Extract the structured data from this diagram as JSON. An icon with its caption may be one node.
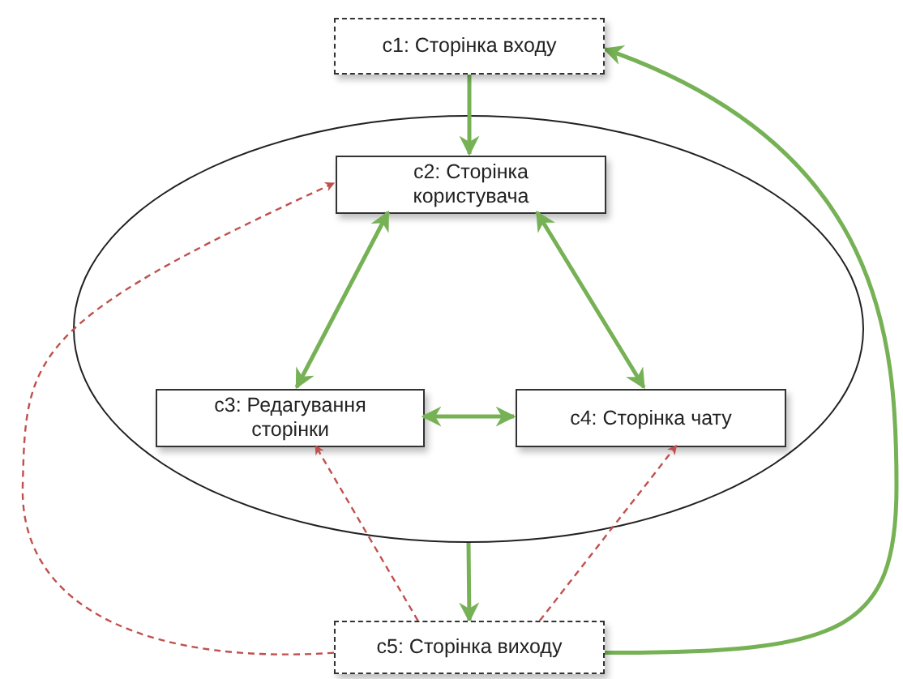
{
  "diagram": {
    "nodes": [
      {
        "text": [
          "c1: Сторінка входу"
        ]
      },
      {
        "text": [],
        "shape": "ellipse"
      },
      {
        "text": [
          "c2: Сторінка користувача"
        ],
        "in": 1
      },
      {
        "text": [
          "c3: Редагування сторінки"
        ],
        "in": 1
      },
      {
        "text": [
          "c4: Сторінка чату"
        ],
        "in": 1
      },
      {
        "text": [
          "c5: Сторінка виходу"
        ]
      }
    ],
    "edges": [
      {
        "from": 0,
        "to": 2,
        "arrow": "to"
      },
      {
        "from": 2,
        "to": 3,
        "arrow": "both"
      },
      {
        "from": 2,
        "to": 4,
        "arrow": "both"
      },
      {
        "from": 3,
        "to": 4,
        "arrow": "both"
      },
      {
        "from": 1,
        "to": 5,
        "arrow": "to"
      },
      {
        "from": 5,
        "to": 0,
        "arrow": "to"
      },
      {
        "from": 5,
        "to": 2,
        "arrow": "to",
        "style": "dashed",
        "color": "#c0504d"
      },
      {
        "from": 5,
        "to": 3,
        "arrow": "to",
        "style": "dashed",
        "color": "#c0504d"
      },
      {
        "from": 5,
        "to": 4,
        "arrow": "to",
        "style": "dashed",
        "color": "#c0504d"
      }
    ]
  }
}
